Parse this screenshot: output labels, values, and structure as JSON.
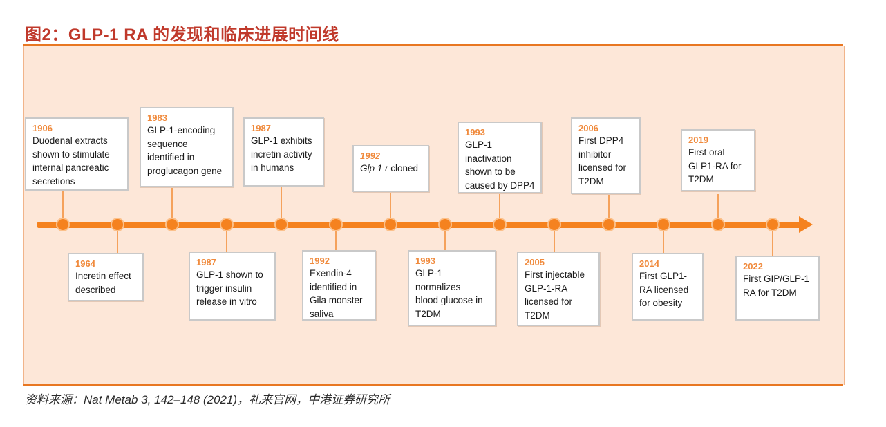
{
  "title": "图2：GLP-1 RA 的发现和临床进展时间线",
  "source": "资料来源：Nat Metab 3, 142–148 (2021)，礼来官网，中港证券研究所",
  "colors": {
    "accent": "#f5821f",
    "title": "#c0392b",
    "panel": "#fde7d8"
  },
  "events": [
    {
      "year": "1906",
      "text": "Duodenal extracts\nshown to stimulate\ninternal pancreatic\nsecretions"
    },
    {
      "year": "1964",
      "text": "Incretin effect\ndescribed"
    },
    {
      "year": "1983",
      "text": "GLP-1-encoding\nsequence\nidentified in\nproglucagon gene"
    },
    {
      "year": "1987",
      "text": "GLP-1 shown to\ntrigger insulin\nrelease in vitro"
    },
    {
      "year": "1987",
      "text": "GLP-1 exhibits\nincretin activity\nin humans"
    },
    {
      "year": "1992",
      "text": "Exendin-4\nidentified in\nGila monster\nsaliva"
    },
    {
      "year": "1992",
      "text_italic": "Glp 1 r",
      "text": " cloned"
    },
    {
      "year": "1993",
      "text": "GLP-1 normalizes\nblood glucose in\nT2DM"
    },
    {
      "year": "1993",
      "text": "GLP-1\ninactivation\nshown to be\ncaused by DPP4"
    },
    {
      "year": "2005",
      "text": "First injectable\nGLP-1-RA\nlicensed for\nT2DM"
    },
    {
      "year": "2006",
      "text": "First DPP4\ninhibitor\nlicensed for\nT2DM"
    },
    {
      "year": "2014",
      "text": "First GLP1-\nRA licensed\nfor obesity"
    },
    {
      "year": "2019",
      "text": "First oral\nGLP1-RA for\nT2DM"
    },
    {
      "year": "2022",
      "text": "First GIP/GLP-1\nRA for T2DM"
    }
  ]
}
